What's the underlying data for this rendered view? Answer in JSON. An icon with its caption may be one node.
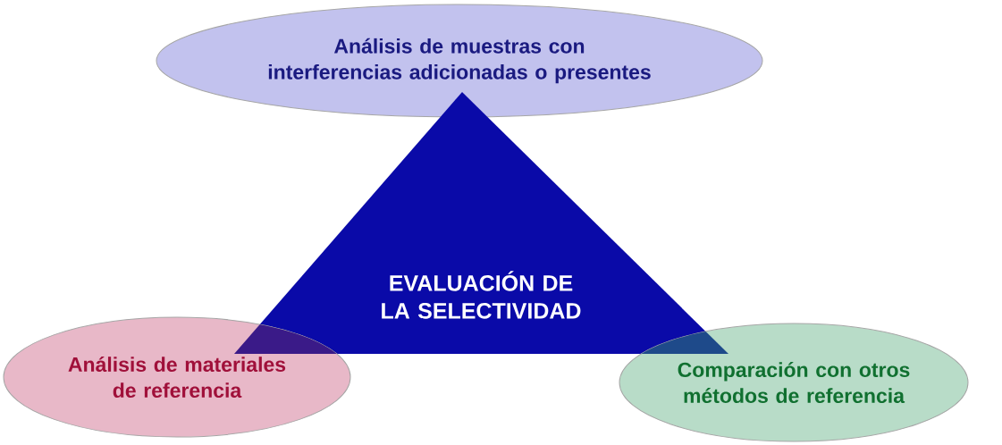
{
  "diagram": {
    "nodes": [
      {
        "text": [
          "Análisis de muestras con interferencias adicionadas o presentes"
        ]
      },
      {
        "text": [
          "EVALUACIÓN DE LA SELECTIVIDAD"
        ]
      },
      {
        "text": [
          "Análisis de materiales de referencia"
        ]
      },
      {
        "text": [
          "Comparación con otros métodos de referencia"
        ]
      }
    ]
  }
}
